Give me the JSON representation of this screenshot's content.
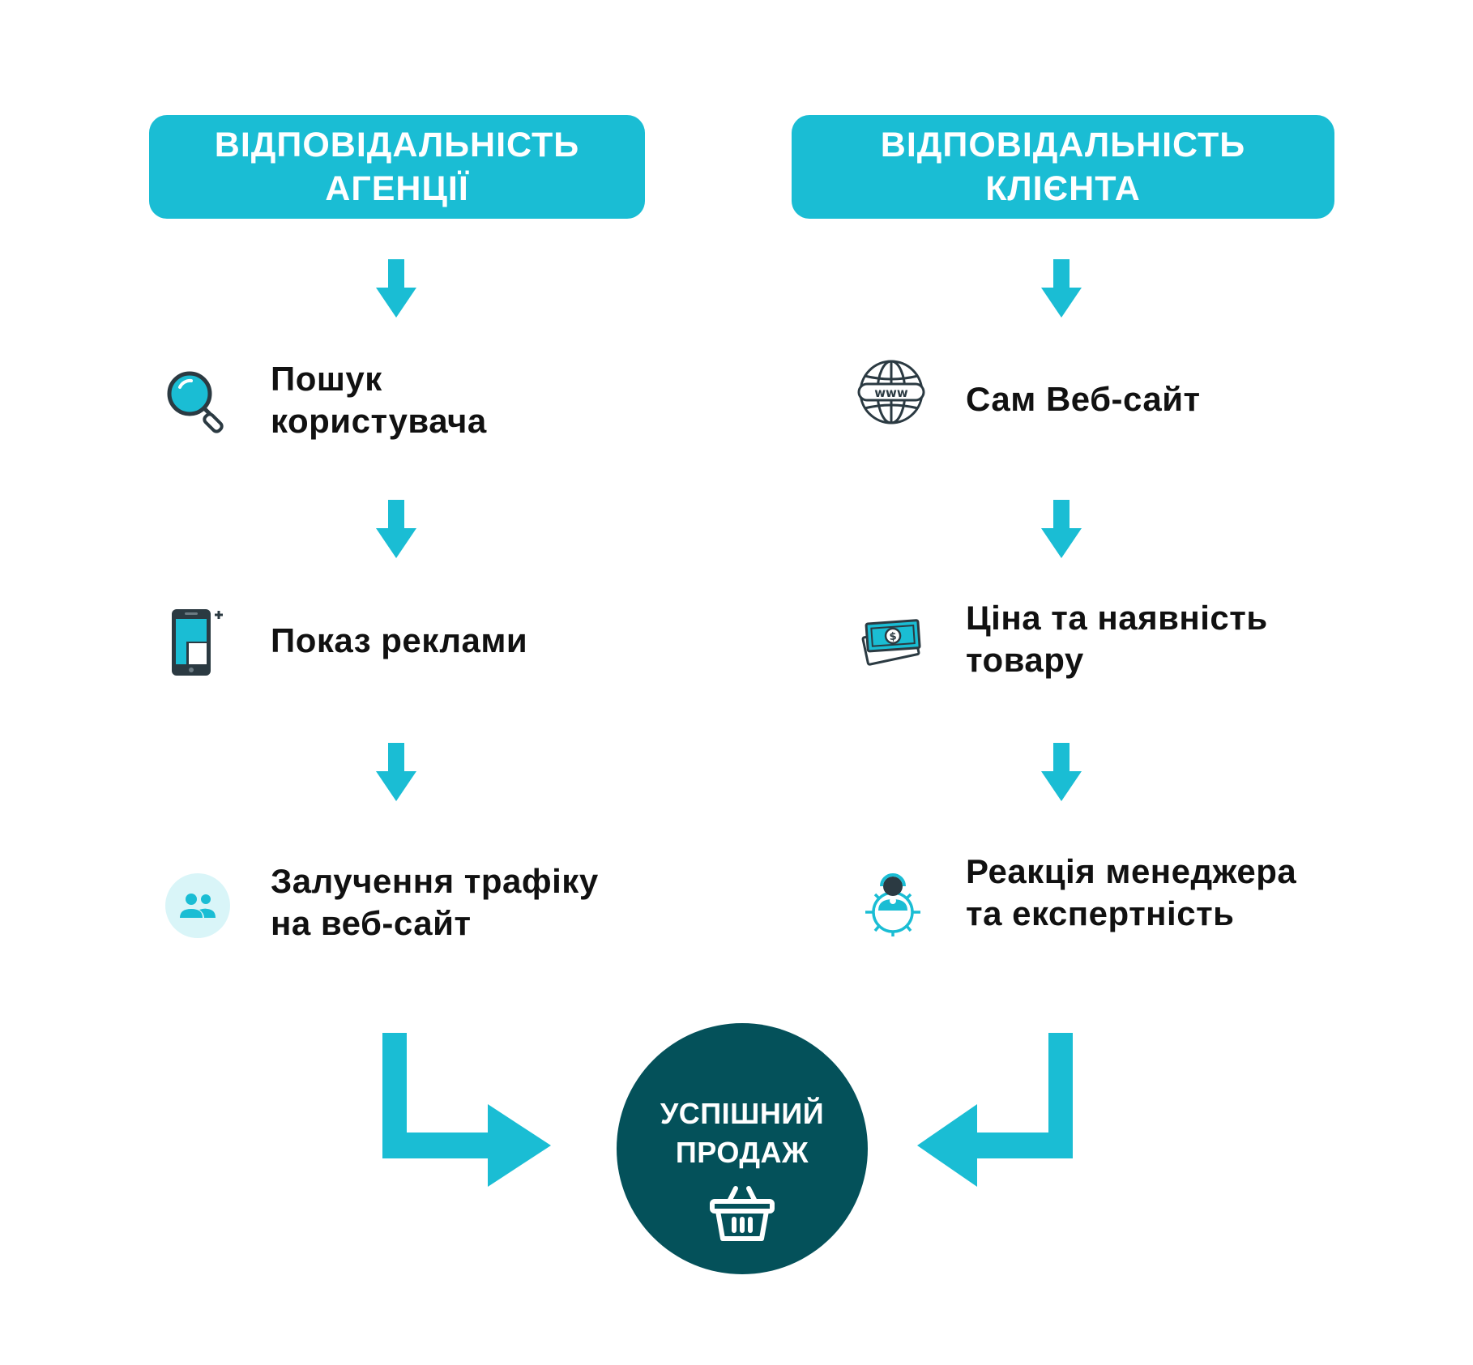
{
  "columns": {
    "agency": {
      "header_lines": [
        "ВІДПОВІДАЛЬНІСТЬ",
        "АГЕНЦІЇ"
      ],
      "steps": [
        {
          "icon": "magnifier-icon",
          "lines": [
            "Пошук",
            "користувача"
          ]
        },
        {
          "icon": "smartphone-ad-icon",
          "lines": [
            "Показ реклами"
          ]
        },
        {
          "icon": "users-icon",
          "lines": [
            "Залучення трафіку",
            "на веб-сайт"
          ]
        }
      ]
    },
    "client": {
      "header_lines": [
        "ВІДПОВІДАЛЬНІСТЬ",
        "КЛІЄНТА"
      ],
      "steps": [
        {
          "icon": "globe-www-icon",
          "lines": [
            "Сам Веб-сайт"
          ]
        },
        {
          "icon": "money-icon",
          "lines": [
            "Ціна та наявність",
            "товару"
          ]
        },
        {
          "icon": "support-manager-icon",
          "lines": [
            "Реакція менеджера",
            "та експертність"
          ]
        }
      ]
    }
  },
  "result": {
    "title_lines": [
      "УСПІШНИЙ",
      "ПРОДАЖ"
    ],
    "icon": "shopping-basket-icon"
  },
  "colors": {
    "accent": "#1abdd4",
    "dark_teal": "#04515a",
    "text": "#111111",
    "icon_dark": "#2b3a42",
    "users_bg": "#d9f5f8"
  }
}
